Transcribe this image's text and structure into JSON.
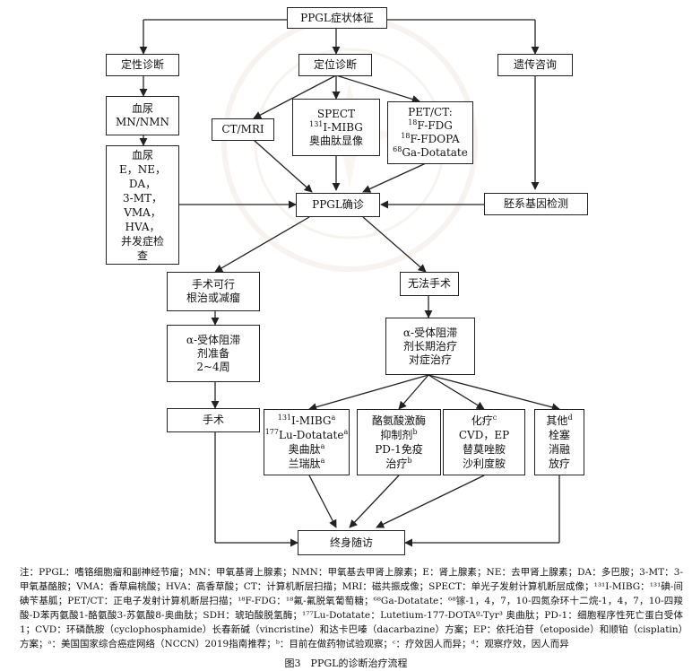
{
  "nodes": {
    "start": [
      "PPGL症状体征"
    ],
    "qualitative": [
      "定性诊断"
    ],
    "localization": [
      "定位诊断"
    ],
    "genetic": [
      "遗传咨询"
    ],
    "blood_urine_1": [
      "血尿",
      "MN/NMN"
    ],
    "blood_urine_2": [
      "血尿",
      "E，NE，",
      "DA，",
      "3-MT，",
      "VMA，",
      "HVA，",
      "并发症检",
      "查"
    ],
    "ct_mri": [
      "CT/MRI"
    ],
    "spect_1": "SPECT",
    "spect_2_sup": "131",
    "spect_2": "I-MIBG",
    "spect_3": "奥曲肽显像",
    "pet_1": "PET/CT:",
    "pet_2_sup": "18",
    "pet_2": "F-FDG",
    "pet_3_sup": "18",
    "pet_3": "F-FDOPA",
    "pet_4_sup": "68",
    "pet_4": "Ga-Dotatate",
    "germline": [
      "胚系基因检测"
    ],
    "confirm": [
      "PPGL确诊"
    ],
    "surgery_ok": [
      "手术可行",
      "根治或减瘤"
    ],
    "no_surgery": [
      "无法手术"
    ],
    "alpha_pre": [
      "α-受体阻滞",
      "剂准备",
      "2~4周"
    ],
    "alpha_long": [
      "α-受体阻滞",
      "剂长期治疗",
      "对症治疗"
    ],
    "surgery": [
      "手术"
    ],
    "nuclear_1_sup": "131",
    "nuclear_1": "I-MIBG",
    "nuclear_1_note": "a",
    "nuclear_2_sup": "177",
    "nuclear_2": "Lu-Dotatate",
    "nuclear_2_note": "a",
    "nuclear_3": "奥曲肽",
    "nuclear_3_note": "a",
    "nuclear_4": "兰瑞肽",
    "nuclear_4_note": "a",
    "tki_1": "酪氨酸激酶",
    "tki_2": "抑制剂",
    "tki_2_note": "b",
    "tki_3": "PD-1免疫",
    "tki_4": "治疗",
    "tki_4_note": "b",
    "chemo_1": "化疗",
    "chemo_1_note": "c",
    "chemo_2": "CVD，EP",
    "chemo_3": "替莫唑胺",
    "chemo_4": "沙利度胺",
    "other_1": "其他",
    "other_1_note": "d",
    "other_2": "栓塞",
    "other_3": "消融",
    "other_4": "放疗",
    "followup": [
      "终身随访"
    ]
  },
  "footnote": "注：PPGL：嗜铬细胞瘤和副神经节瘤；MN：甲氧基肾上腺素；NMN：甲氧基去甲肾上腺素；E：肾上腺素；NE：去甲肾上腺素；DA：多巴胺；3-MT：3-甲氧基酪胺；VMA：香草扁桃酸；HVA：高香草酸；CT：计算机断层扫描；MRI：磁共振成像；SPECT：单光子发射计算机断层成像；¹³¹I-MIBG：¹³¹碘-间碘苄基胍；PET/CT：正电子发射计算机断层扫描；¹⁸F-FDG：¹⁸氟-氟脱氧葡萄糖；⁶⁸Ga-Dotatate：⁶⁸镓-1，4，7，10-四氮杂环十二烷-1，4，7，10-四羧酸-D苯丙氨酸1-酪氨酸3-苏氨酸8-奥曲肽；SDH：琥珀酸脱氢酶；¹⁷⁷Lu-Dotatate：Lutetium-177-DOTAº-Tyr³ 奥曲肽；PD-1：细胞程序性死亡蛋白受体1；CVD：环磷酰胺（cyclophosphamide）长春新碱（vincristine）和达卡巴嗪（dacarbazine）方案；EP：依托泊苷（etoposide）和顺铂（cisplatin）方案；ᵃ：美国国家综合癌症网络（NCCN）2019指南推荐；ᵇ：目前在做药物试验观察；ᶜ：疗效因人而异；ᵈ：观察疗效，因人而异",
  "caption": "图3　PPGL的诊断治疗流程",
  "colors": {
    "line": "#222222",
    "watermark": "#c9a88a"
  }
}
